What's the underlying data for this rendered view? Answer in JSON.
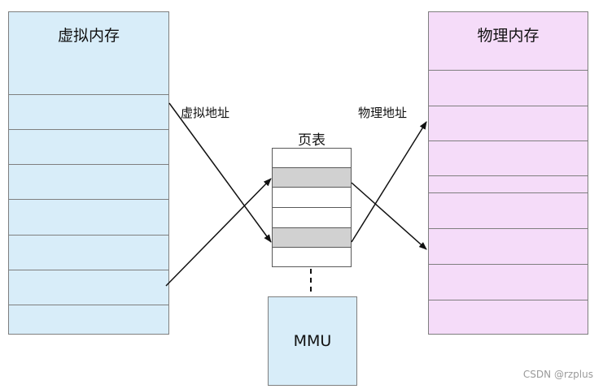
{
  "virtual_memory": {
    "title": "虚拟内存"
  },
  "physical_memory": {
    "title": "物理内存"
  },
  "labels": {
    "virtual_address": "虚拟地址",
    "physical_address": "物理地址",
    "page_table": "页表",
    "mmu": "MMU"
  },
  "watermark": "CSDN @rzplus",
  "colors": {
    "virtual_memory_fill": "#d8edf9",
    "physical_memory_fill": "#f5dcf9",
    "page_table_highlight": "#d1d1d1",
    "mmu_fill": "#d8edf9"
  }
}
